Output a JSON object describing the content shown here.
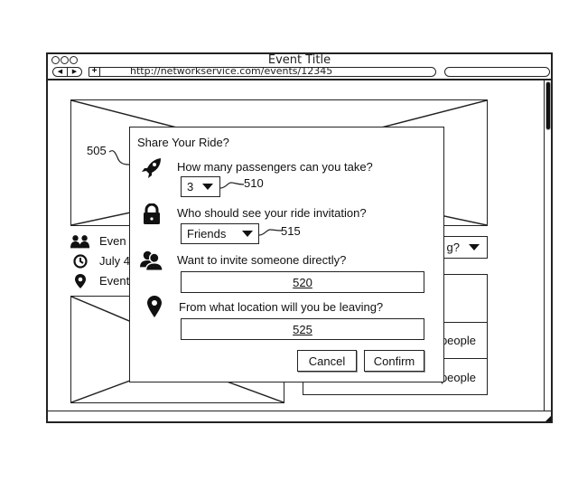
{
  "browser": {
    "title": "Event Title",
    "url": "http://networkservice.com/events/12345",
    "search_value": "",
    "nav": {
      "back_icon": "triangle-left",
      "forward_icon": "triangle-right",
      "new_tab_icon": "plus"
    }
  },
  "event_page": {
    "info_rows": [
      {
        "icon": "group-icon",
        "text": "Even"
      },
      {
        "icon": "clock-icon",
        "text": "July 4,"
      },
      {
        "icon": "location-pin-icon",
        "text": "Event"
      }
    ],
    "rsvp_select_visible_text": "g?",
    "people_rows": [
      "people",
      "people"
    ]
  },
  "dialog": {
    "title": "Share Your Ride?",
    "questions": [
      {
        "icon": "rocket-icon",
        "label": "How many passengers can you take?",
        "control": "select",
        "value": "3",
        "ref": "510"
      },
      {
        "icon": "lock-icon",
        "label": "Who should see your ride invitation?",
        "control": "select",
        "value": "Friends",
        "ref": "515"
      },
      {
        "icon": "people-icon",
        "label": "Want to invite someone directly?",
        "control": "text",
        "value": "520"
      },
      {
        "icon": "location-pin-icon",
        "label": "From what location will you be leaving?",
        "control": "text",
        "value": "525"
      }
    ],
    "cancel_label": "Cancel",
    "confirm_label": "Confirm",
    "ref": "505"
  }
}
